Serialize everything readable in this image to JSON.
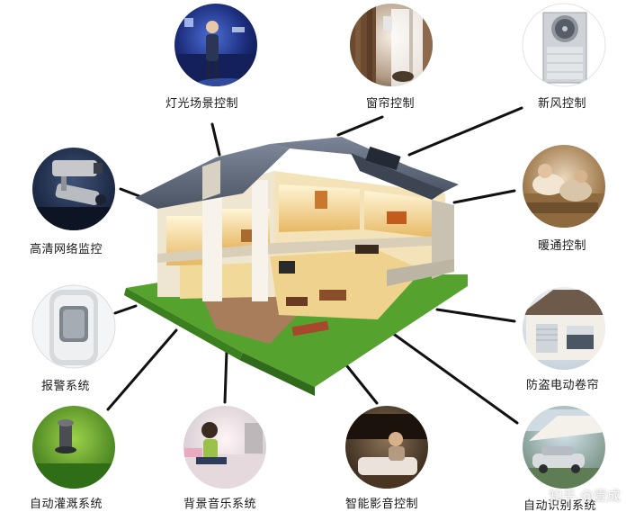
{
  "diagram": {
    "modules": [
      {
        "id": "lighting",
        "label": "灯光场景控制",
        "icon": "lighting-scene-icon"
      },
      {
        "id": "curtain",
        "label": "窗帘控制",
        "icon": "curtain-icon"
      },
      {
        "id": "fresh-air",
        "label": "新风控制",
        "icon": "fresh-air-unit-icon"
      },
      {
        "id": "cctv",
        "label": "高清网络监控",
        "icon": "security-camera-icon"
      },
      {
        "id": "hvac",
        "label": "暖通控制",
        "icon": "hvac-icon"
      },
      {
        "id": "alarm",
        "label": "报警系统",
        "icon": "motion-sensor-icon"
      },
      {
        "id": "shutter",
        "label": "防盗电动卷帘",
        "icon": "rolling-shutter-icon"
      },
      {
        "id": "irrigation",
        "label": "自动灌溉系统",
        "icon": "sprinkler-icon"
      },
      {
        "id": "music",
        "label": "背景音乐系统",
        "icon": "music-listener-icon"
      },
      {
        "id": "cinema",
        "label": "智能影音控制",
        "icon": "home-theater-icon"
      },
      {
        "id": "recognition",
        "label": "自动识别系统",
        "icon": "car-recognition-icon"
      }
    ],
    "center": {
      "icon": "smart-house-cutaway-icon"
    },
    "watermark": "知乎 @壹成",
    "colors": {
      "line": "#111111",
      "roof": "#5e6878",
      "grass": "#4f9a2c",
      "wall": "#f3eee2",
      "interior": "#f6d68a"
    }
  }
}
